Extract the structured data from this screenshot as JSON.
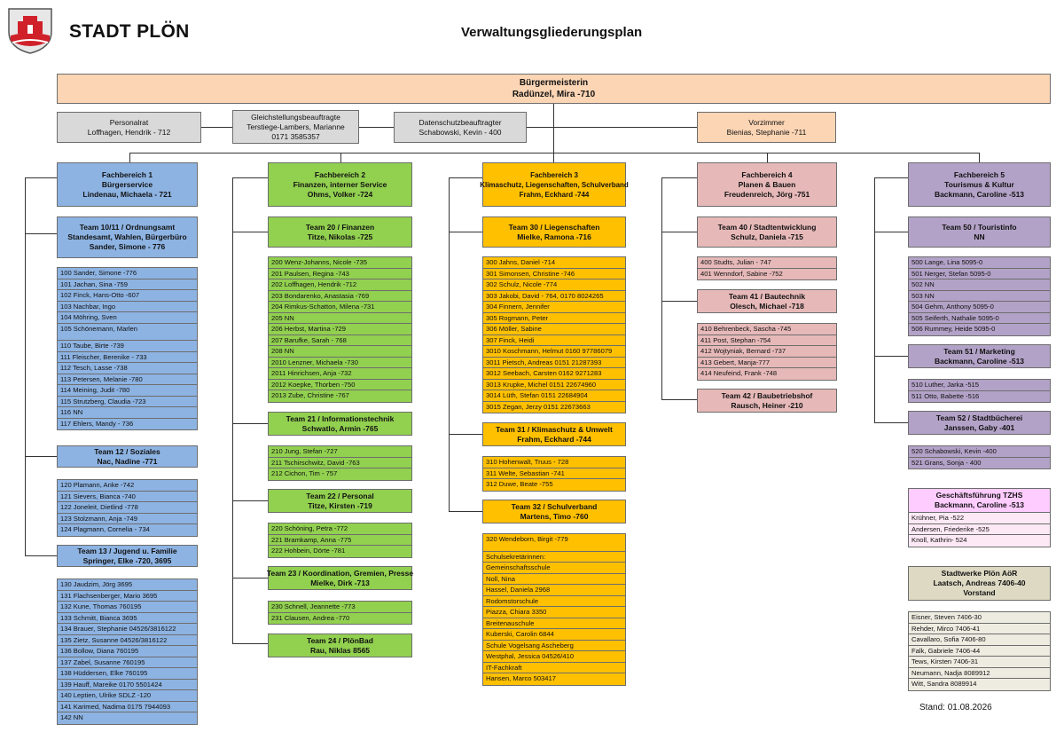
{
  "header": {
    "city": "STADT PLÖN",
    "title": "Verwaltungsgliederungsplan",
    "logo_icon": "city-crest-icon"
  },
  "top": {
    "mayor": [
      "Bürgermeisterin",
      "Radünzel, Mira -710"
    ],
    "personalrat": [
      "Personalrat",
      "Loffhagen, Hendrik - 712"
    ],
    "gleichstellung": [
      "Gleichstellungsbeauftragte",
      "Terstiege-Lambers, Marianne",
      "0171 3585357"
    ],
    "datenschutz": [
      "Datenschutzbeauftragter",
      "Schabowski, Kevin - 400"
    ],
    "vorzimmer": [
      "Vorzimmer",
      "Bienias, Stephanie -711"
    ]
  },
  "fb1": {
    "head": [
      "Fachbereich 1",
      "Bürgerservice",
      "Lindenau, Michaela - 721"
    ],
    "team10": [
      "Team 10/11 / Ordnungsamt",
      "Standesamt, Wahlen, Bürgerbüro",
      "Sander, Simone - 776"
    ],
    "list10a": [
      "100 Sander, Simone -776",
      "101 Jachan, Sina -759",
      "102 Finck, Hans-Otto -607",
      "103 Nachbar, Ingo",
      "104 Möhring, Sven",
      "105 Schönemann, Marlen"
    ],
    "list10b": [
      "110 Taube, Birte -739",
      "111 Fleischer, Berenike - 733",
      "112 Tesch, Lasse -738",
      "113 Petersen, Melanie -780",
      "114 Meining, Judit -780",
      "115 Strutzberg, Claudia -723",
      "116 NN",
      "117 Ehlers, Mandy - 736"
    ],
    "team12": [
      "Team 12 / Soziales",
      "Nac, Nadine -771"
    ],
    "list12": [
      "120 Plamann, Anke -742",
      "121 Sievers, Bianca -740",
      "122 Joneleit, Dietlind -778",
      "123 Stolzmann, Anja -749",
      "124 Plagmann, Cornelia - 734"
    ],
    "team13": [
      "Team 13 / Jugend u. Familie",
      "Springer, Elke -720, 3695"
    ],
    "list13": [
      "130 Jaudzim, Jörg 3695",
      "131 Flachsenberger, Mario 3695",
      "132 Kune, Thomas 760195",
      "133 Schmitt, Bianca 3695",
      "134 Brauer, Stephanie 04526/3816122",
      "135 Zietz, Susanne 04526/3816122",
      "136 Bollow, Diana 760195",
      "137 Zabel, Susanne 760195",
      "138 Hüddersen, Elke 760195",
      "139 Hauff, Mareike 0170 5501424",
      "140 Leptien, Ulrike SDLZ -120",
      "141 Karimed, Nadima 0175 7944093",
      "142 NN"
    ]
  },
  "fb2": {
    "head": [
      "Fachbereich 2",
      "Finanzen, interner Service",
      "Ohms, Volker -724"
    ],
    "team20": [
      "Team 20 / Finanzen",
      "Titze, Nikolas -725"
    ],
    "list20": [
      "200 Wenz-Johanns, Nicole -735",
      "201 Paulsen, Regina -743",
      "202 Loffhagen, Hendrik -712",
      "203 Bondarenko, Anastasia -769",
      "204 Rimkus-Schatton, Milena -731",
      "205 NN",
      "206 Herbst, Martina -729",
      "207 Barufke, Sarah - 768",
      "208 NN",
      "2010 Lenzner, Michaela -730",
      "2011 Hinrichsen, Anja -732",
      "2012 Koepke, Thorben -750",
      "2013 Zube, Christine -767"
    ],
    "team21": [
      "Team 21 / Informationstechnik",
      "Schwatlo, Armin -765"
    ],
    "list21": [
      "210 Jung, Stefan -727",
      "211 Tschirschwitz, David -763",
      "212 Cichon, Tim - 757"
    ],
    "team22": [
      "Team 22 / Personal",
      "Titze, Kirsten -719"
    ],
    "list22": [
      "220 Schöning, Petra -772",
      "221 Bramkamp, Anna -775",
      "222 Hohbein, Dörte -781"
    ],
    "team23": [
      "Team 23 / Koordination, Gremien, Presse",
      "Mielke, Dirk -713"
    ],
    "list23": [
      "230 Schnell, Jeannette -773",
      "231 Clausen, Andrea -770"
    ],
    "team24": [
      "Team 24 / PlönBad",
      "Rau, Niklas 8565"
    ]
  },
  "fb3": {
    "head": [
      "Fachbereich 3",
      "Klimaschutz, Liegenschaften, Schulverband",
      "Frahm, Eckhard -744"
    ],
    "team30": [
      "Team 30 / Liegenschaften",
      "Mielke, Ramona -716"
    ],
    "list30": [
      "300 Jahns, Daniel -714",
      "301 Simonsen, Christine -746",
      "302 Schulz, Nicole -774",
      "303 Jakobi, David - 764, 0170 8024265",
      "304 Finnern, Jennifer",
      "305 Rogmann, Peter",
      "306 Möller, Sabine",
      "307 Finck, Heidi",
      "3010 Koschmann, Helmut 0160 97786079",
      "3011 Pietsch, Andreas 0151 21287393",
      "3012 Seebach, Carsten 0162 9271283",
      "3013 Krupke, Michel 0151 22674960",
      "3014 Lüth, Stefan 0151 22684904",
      "3015 Zegan, Jerzy 0151 22673663"
    ],
    "team31": [
      "Team 31 / Klimaschutz & Umwelt",
      "Frahm, Eckhard -744"
    ],
    "list31": [
      "310 Hohenwalt, Truus - 728",
      "311 Welte, Sebastian -741",
      "312 Duwe, Beate -755"
    ],
    "team32": [
      "Team 32 / Schulverband",
      "Martens, Timo -760"
    ],
    "list32": [
      "320 Wendeborn, Birgit -779"
    ],
    "list32b": [
      "Schulsekretärinnen:",
      "Gemeinschaftsschule",
      "Noll, Nina",
      "Hassel, Daniela 2968",
      "Rodomstorschule",
      "Piazza, Chiara 3350",
      "Breitenauschule",
      "Kuberski, Carolin 6844",
      "Schule Vogelsang Ascheberg",
      "Westphal, Jessica 04526/410",
      "IT-Fachkraft",
      "Hansen, Marco 503417"
    ]
  },
  "fb4": {
    "head": [
      "Fachbereich 4",
      "Planen & Bauen",
      "Freudenreich, Jörg -751"
    ],
    "team40": [
      "Team 40 / Stadtentwicklung",
      "Schulz, Daniela -715"
    ],
    "list40": [
      "400 Studts, Julian - 747",
      "401 Wenndorf, Sabine -752"
    ],
    "team41": [
      "Team 41 / Bautechnik",
      "Olesch, Michael -718"
    ],
    "list41": [
      "410 Behrenbeck, Sascha -745",
      "411 Post, Stephan -754",
      "412 Wojtyniak, Bernard -737",
      "413 Gebert, Manja-777",
      "414 Neufeind, Frank -748"
    ],
    "team42": [
      "Team 42 / Baubetriebshof",
      "Rausch, Heiner -210"
    ]
  },
  "fb5": {
    "head": [
      "Fachbereich 5",
      "Tourismus & Kultur",
      "Backmann, Caroline -513"
    ],
    "team50": [
      "Team 50 / Touristinfo",
      "NN"
    ],
    "list50": [
      "500 Lange, Lina 5095-0",
      "501 Nerger, Stefan 5095-0",
      "502 NN",
      "503 NN",
      "504 Gehm, Anthony 5095-0",
      "505 Seiferth, Nathalie 5095-0",
      "506 Rummey, Heide 5095-0"
    ],
    "team51": [
      "Team 51 / Marketing",
      "Backmann, Caroline -513"
    ],
    "list51": [
      "510 Luther, Jarka -515",
      "511 Otto, Babette -516"
    ],
    "team52": [
      "Team 52 / Stadtbücherei",
      "Janssen, Gaby -401"
    ],
    "list52": [
      "520 Schabowski, Kevin -400",
      "521 Grans, Sonja - 400"
    ],
    "tzhs": [
      "Geschäftsführung TZHS",
      "Backmann, Caroline -513"
    ],
    "listTzhs": [
      "Krühner, Pia -522",
      "Andersen, Friederike -525",
      "Knoll, Kathrin- 524"
    ],
    "stadtwerke": [
      "Stadtwerke Plön AöR",
      "Laatsch, Andreas 7406-40",
      "Vorstand"
    ],
    "listSw": [
      "Eisner, Steven 7406-30",
      "Rehder, Mirco 7406-41",
      "Cavallaro, Sofia 7406-80",
      "Falk, Gabriele 7406-44",
      "Tews, Kirsten 7406-31",
      "Neumann, Nadja 8089912",
      "Witt, Sandra 8089914"
    ]
  },
  "footer": {
    "stand": "Stand: 01.08.2026"
  },
  "colors": {
    "fb1": "#8db3e2",
    "fb2": "#92d050",
    "fb3": "#ffc000",
    "fb4": "#e6b9b8",
    "fb5": "#b3a2c7",
    "mayor": "#fcd5b4",
    "staff": "#d9d9d9"
  }
}
